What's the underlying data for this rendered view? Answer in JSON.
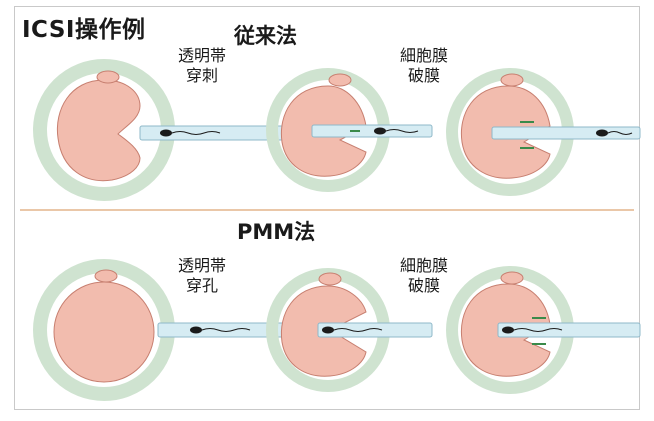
{
  "title": "ICSI操作例",
  "sections": [
    {
      "heading": "従来法",
      "steps": [
        {
          "label_lines": [
            "透明帯",
            "穿刺"
          ]
        },
        {
          "label_lines": [
            "細胞膜",
            "破膜"
          ]
        }
      ]
    },
    {
      "heading": "PMM法",
      "steps": [
        {
          "label_lines": [
            "透明帯",
            "穿孔"
          ]
        },
        {
          "label_lines": [
            "細胞膜",
            "破膜"
          ]
        }
      ]
    }
  ],
  "colors": {
    "zona": "#cfe3d0",
    "zona_edge": "#9fbfa3",
    "ooplasm": "#f2bcae",
    "ooplasm_edge": "#c77f70",
    "pipette": "#d6ecf3",
    "pipette_edge": "#8fb9c9",
    "sperm": "#1b1b1b",
    "divider": "#eac7a8"
  }
}
